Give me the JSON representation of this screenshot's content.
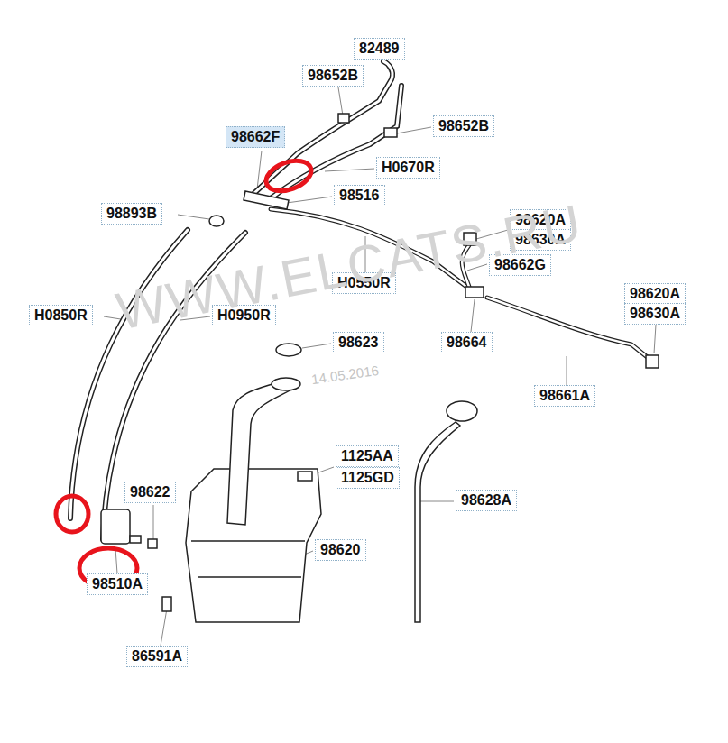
{
  "diagram": {
    "labels": [
      "82489",
      "98652B",
      "98652B",
      "98662F",
      "H0670R",
      "98516",
      "98893B",
      "98620A",
      "98630A",
      "98662G",
      "H0550R",
      "98620A",
      "98630A",
      "H0850R",
      "H0950R",
      "98623",
      "98664",
      "WWW.ELCATS.RU",
      "14.05.2016",
      "98661A",
      "98622",
      "1125AA",
      "1125GD",
      "98628A",
      "98620",
      "98510A",
      "86591A"
    ]
  }
}
